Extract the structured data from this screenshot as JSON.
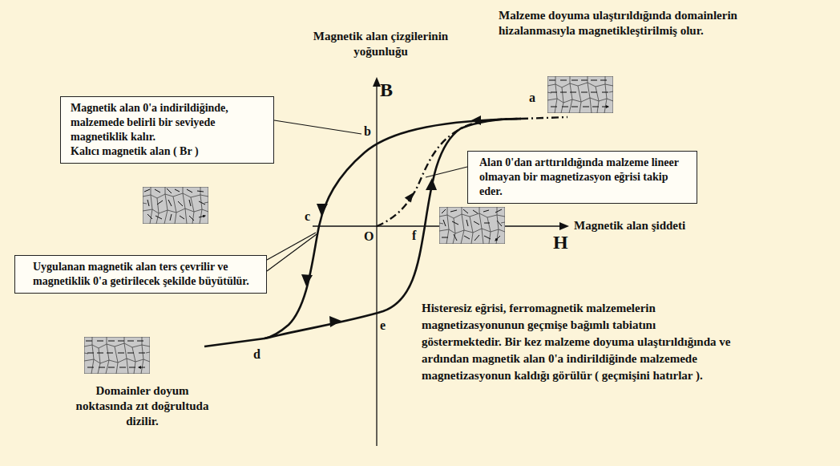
{
  "diagram": {
    "nodes": [
      {
        "text": [
          "Magnetik alan 0'a indirildiğinde, malzemede belirli bir seviyede magnetiklik kalır.",
          "Kalıcı magnetik alan ( Br )"
        ]
      },
      {
        "text": [
          "Alan 0'dan arttırıldığında malzeme lineer olmayan bir magnetizasyon eğrisi takip eder."
        ]
      },
      {
        "text": [
          "Uygulanan magnetik alan ters çevrilir ve magnetiklik 0'a getirilecek şekilde büyütülür."
        ]
      }
    ],
    "labels": [
      "Malzeme doyuma ulaştırıldığında domainlerin hizalanmasıyla magnetikleştirilmiş olur.",
      "Magnetik alan çizgilerinin yoğunluğu",
      "B",
      "a",
      "b",
      "c",
      "O",
      "f",
      "Magnetik alan şiddeti",
      "H",
      "e",
      "d",
      "Domainler doyum noktasında zıt doğrultuda dizilir.",
      "Histeresiz eğrisi, ferromagnetik malzemelerin magnetizasyonunun geçmişe bağımlı tabiatını göstermektedir. Bir kez malzeme doyuma ulaştırıldığında ve ardından magnetik alan 0'a indirildiğinde malzemede magnetizasyonun kaldığı görülür ( geçmişini hatırlar )."
    ]
  }
}
